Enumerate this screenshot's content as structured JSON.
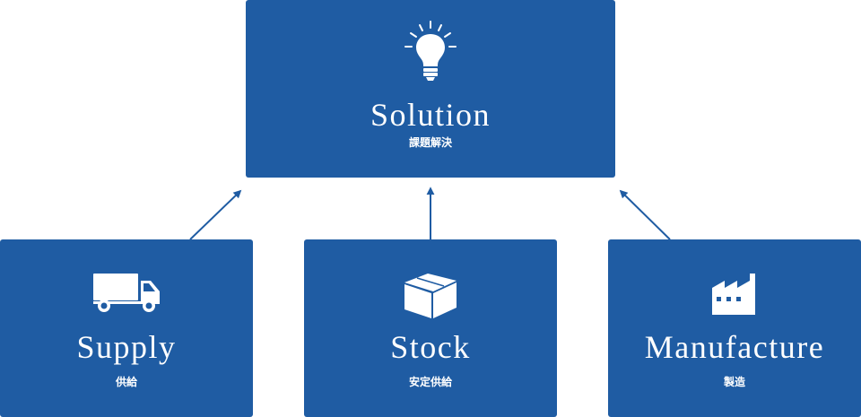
{
  "colors": {
    "box_fill": "#1f5ca3",
    "text": "#ffffff",
    "arrow": "#1f5ca3"
  },
  "solution": {
    "title": "Solution",
    "subtitle": "課題解決",
    "icon": "lightbulb-icon"
  },
  "inputs": [
    {
      "title": "Supply",
      "subtitle": "供給",
      "icon": "truck-icon"
    },
    {
      "title": "Stock",
      "subtitle": "安定供給",
      "icon": "box-icon"
    },
    {
      "title": "Manufacture",
      "subtitle": "製造",
      "icon": "factory-icon"
    }
  ]
}
